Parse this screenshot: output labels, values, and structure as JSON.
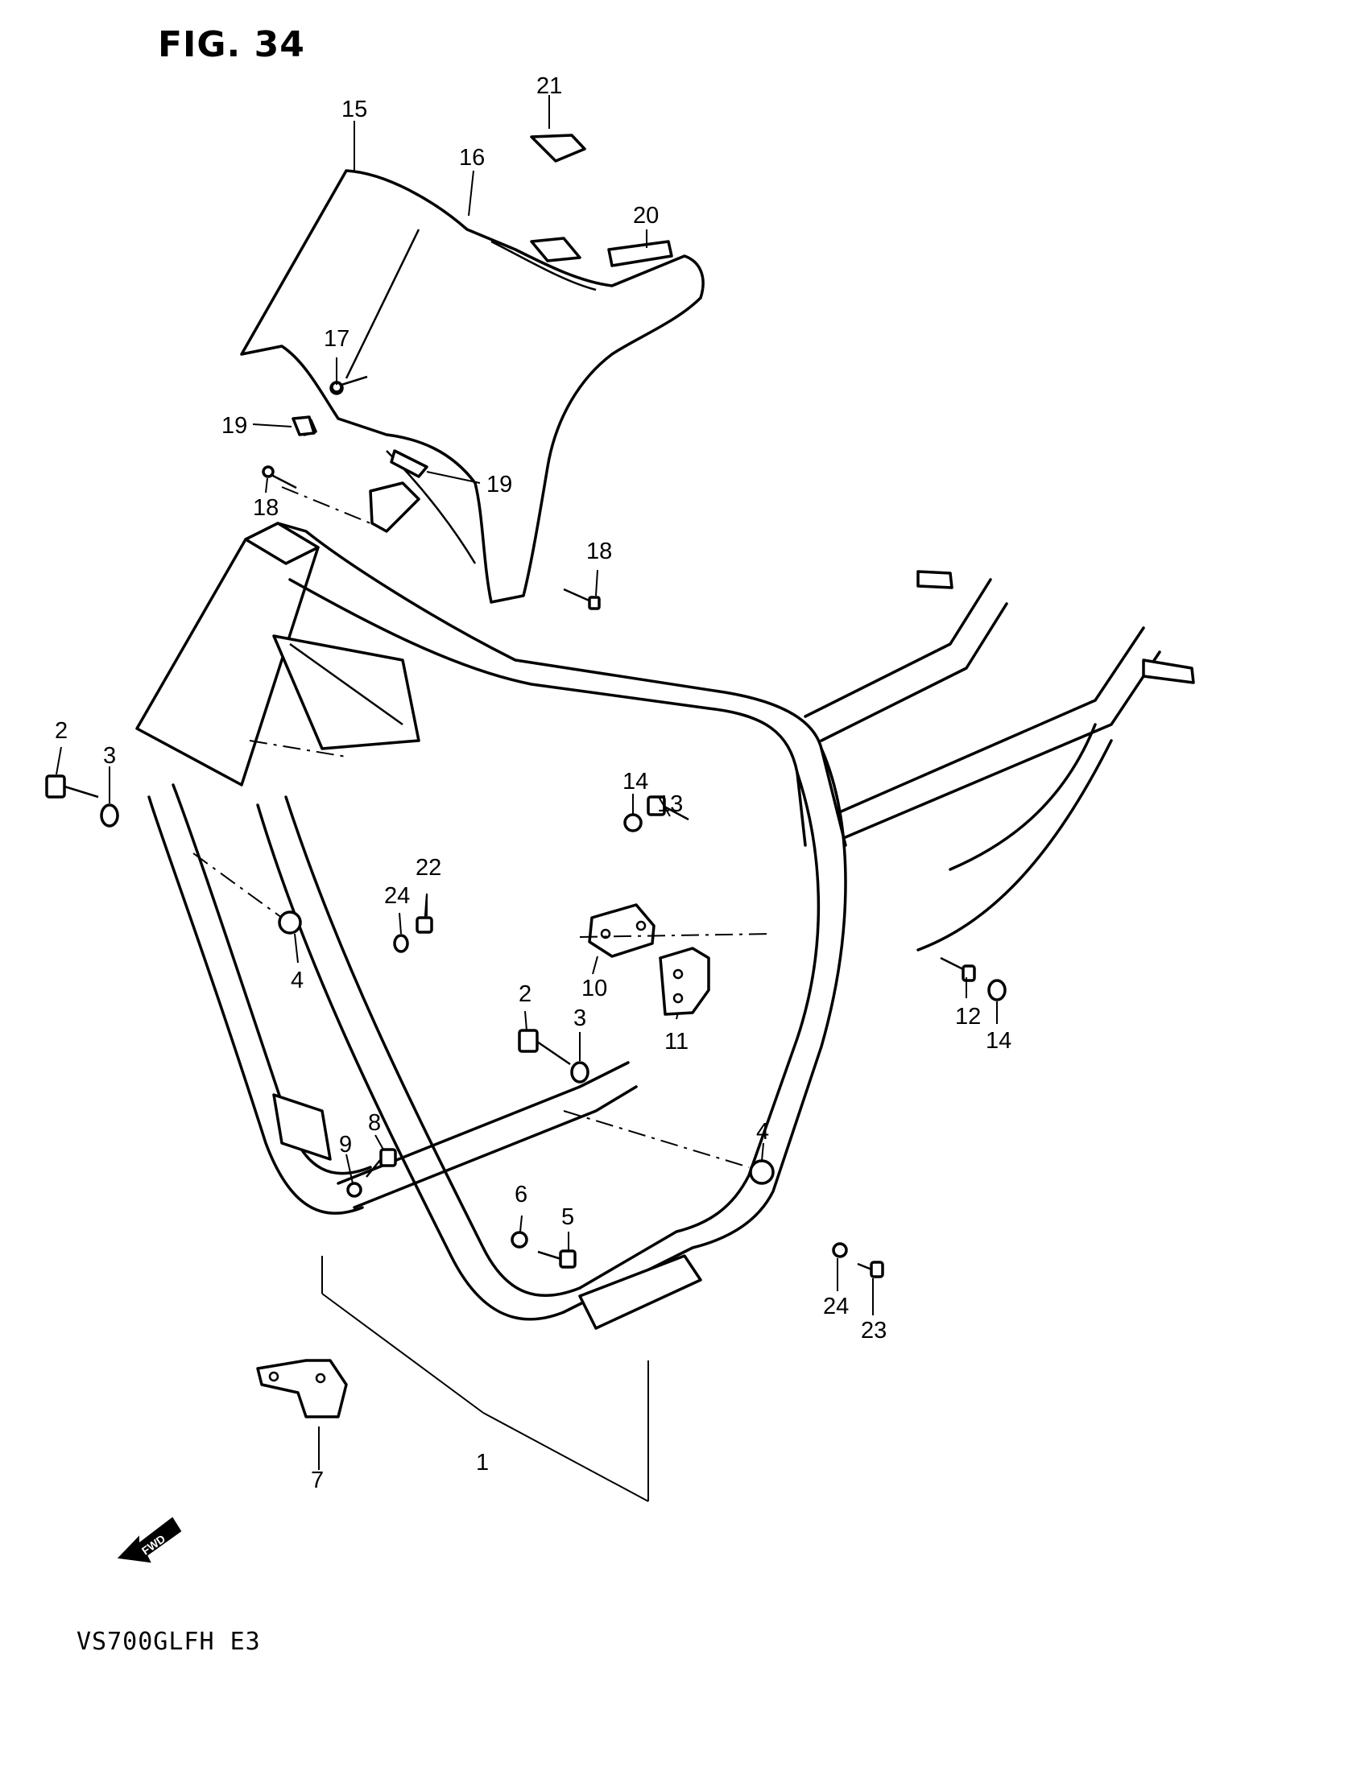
{
  "figure": {
    "title": "FIG. 34",
    "model": "VS700GLFH  E3",
    "direction_badge": "FWD"
  },
  "callouts": [
    {
      "id": "c1",
      "label": "1"
    },
    {
      "id": "c2a",
      "label": "2"
    },
    {
      "id": "c2b",
      "label": "2"
    },
    {
      "id": "c3a",
      "label": "3"
    },
    {
      "id": "c3b",
      "label": "3"
    },
    {
      "id": "c4a",
      "label": "4"
    },
    {
      "id": "c4b",
      "label": "4"
    },
    {
      "id": "c5",
      "label": "5"
    },
    {
      "id": "c6",
      "label": "6"
    },
    {
      "id": "c7",
      "label": "7"
    },
    {
      "id": "c8",
      "label": "8"
    },
    {
      "id": "c9",
      "label": "9"
    },
    {
      "id": "c10",
      "label": "10"
    },
    {
      "id": "c11",
      "label": "11"
    },
    {
      "id": "c12",
      "label": "12"
    },
    {
      "id": "c13",
      "label": "13"
    },
    {
      "id": "c14a",
      "label": "14"
    },
    {
      "id": "c14b",
      "label": "14"
    },
    {
      "id": "c15",
      "label": "15"
    },
    {
      "id": "c16",
      "label": "16"
    },
    {
      "id": "c17",
      "label": "17"
    },
    {
      "id": "c18a",
      "label": "18"
    },
    {
      "id": "c18b",
      "label": "18"
    },
    {
      "id": "c19a",
      "label": "19"
    },
    {
      "id": "c19b",
      "label": "19"
    },
    {
      "id": "c20",
      "label": "20"
    },
    {
      "id": "c21",
      "label": "21"
    },
    {
      "id": "c22",
      "label": "22"
    },
    {
      "id": "c23",
      "label": "23"
    },
    {
      "id": "c24a",
      "label": "24"
    },
    {
      "id": "c24b",
      "label": "24"
    }
  ],
  "icons": {
    "fwd_arrow": "fwd-arrow-icon"
  }
}
